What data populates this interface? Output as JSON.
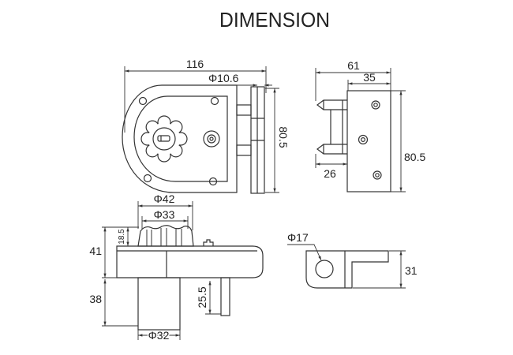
{
  "title": "DIMENSION",
  "front_view": {
    "width": "116",
    "pin_diameter": "Φ10.6",
    "height": "80.5"
  },
  "side_view": {
    "overall_depth": "61",
    "plate_depth": "35",
    "height": "80.5",
    "pin_length": "26"
  },
  "profile_view": {
    "knob_diameter": "Φ42",
    "knob_inner_diameter": "Φ33",
    "knob_height": "18.5",
    "body_height": "41",
    "cylinder_length": "38",
    "post_length": "25.5",
    "cylinder_diameter": "Φ32"
  },
  "strike_view": {
    "hole_diameter": "Φ17",
    "height": "31"
  },
  "colors": {
    "line": "#333333",
    "background": "#ffffff"
  }
}
